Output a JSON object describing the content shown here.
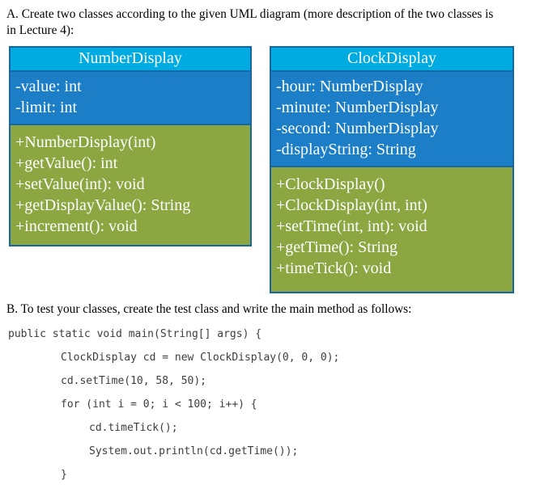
{
  "page": {
    "section_a_text": "A. Create two classes according to the given UML diagram (more description of the two classes is in Lecture 4):",
    "section_b_text": "B. To test your classes, create the test class and write the main method as follows:"
  },
  "colors": {
    "class_header_bg": "#00abe1",
    "class_fields_bg": "#1b7ec6",
    "class_methods_bg": "#8ca742",
    "box_border": "#1568a8",
    "box_text": "#ffffff",
    "code_text": "#3d3d3d"
  },
  "uml": {
    "classes": [
      {
        "name": "NumberDisplay",
        "fields": [
          "-value: int",
          "-limit: int"
        ],
        "methods": [
          "+NumberDisplay(int)",
          "+getValue(): int",
          "+setValue(int): void",
          "+getDisplayValue(): String",
          "+increment(): void"
        ]
      },
      {
        "name": "ClockDisplay",
        "fields": [
          "-hour: NumberDisplay",
          "-minute: NumberDisplay",
          "-second: NumberDisplay",
          "-displayString: String"
        ],
        "methods": [
          "+ClockDisplay()",
          "+ClockDisplay(int, int)",
          "+setTime(int, int): void",
          "+getTime(): String",
          "+timeTick(): void"
        ]
      }
    ]
  },
  "code": {
    "lines": [
      "public static void main(String[] args) {",
      "ClockDisplay cd = new ClockDisplay(0, 0, 0);",
      "cd.setTime(10, 58, 50);",
      "for (int i = 0; i < 100; i++) {",
      "cd.timeTick();",
      "System.out.println(cd.getTime());",
      "}",
      "}"
    ]
  }
}
